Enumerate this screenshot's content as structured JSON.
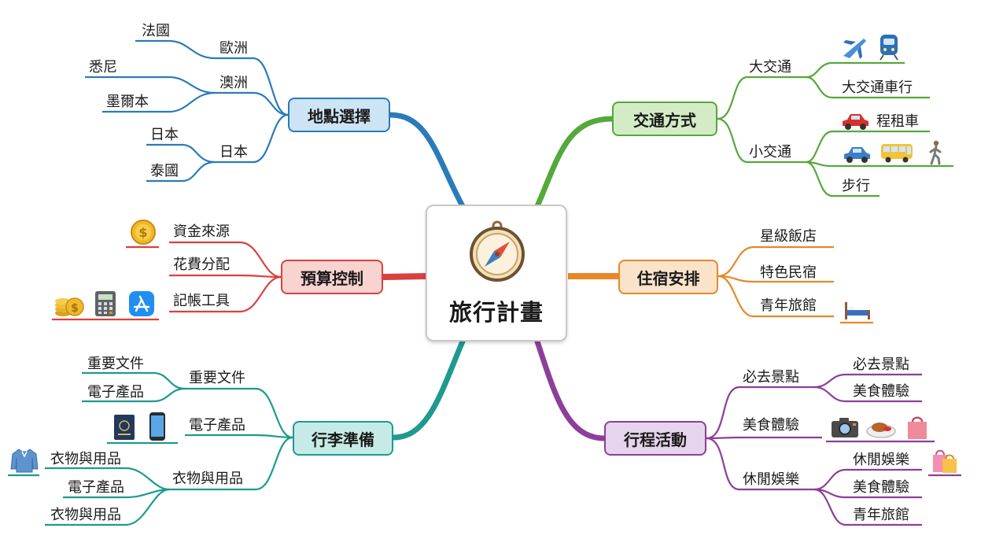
{
  "center": {
    "title": "旅行計畫",
    "icon": "compass-icon"
  },
  "colors": {
    "location": "#2a7bb8",
    "transport": "#55a83a",
    "budget": "#d8413f",
    "lodging": "#e8872a",
    "luggage": "#1e9a8f",
    "activities": "#8d3e9a"
  },
  "location": {
    "title": "地點選擇",
    "europe": {
      "label": "歐洲",
      "items": [
        "法國"
      ]
    },
    "australia": {
      "label": "澳洲",
      "items": [
        "悉尼",
        "墨爾本"
      ]
    },
    "japan": {
      "label": "日本",
      "items": [
        "日本",
        "泰國"
      ]
    }
  },
  "transport": {
    "title": "交通方式",
    "major": {
      "label": "大交通",
      "items": [
        "大交通車行"
      ],
      "icons": [
        "airplane-icon",
        "train-icon"
      ]
    },
    "minor": {
      "label": "小交通",
      "items": [
        "程租車",
        "步行"
      ],
      "icons": [
        "red-car-icon",
        "blue-car-icon",
        "bus-icon",
        "walking-person-icon"
      ]
    }
  },
  "budget": {
    "title": "預算控制",
    "items": [
      "資金來源",
      "花費分配",
      "記帳工具"
    ],
    "icons": [
      "coin-icon",
      "coins-stack-icon",
      "calculator-icon",
      "app-store-icon"
    ]
  },
  "lodging": {
    "title": "住宿安排",
    "items": [
      "星級飯店",
      "特色民宿",
      "青年旅館"
    ],
    "icons": [
      "bed-icon"
    ]
  },
  "luggage": {
    "title": "行李準備",
    "documents": {
      "label": "重要文件",
      "items": [
        "重要文件",
        "電子產品"
      ]
    },
    "electronics": {
      "label": "電子產品",
      "icons": [
        "passport-icon",
        "phone-icon"
      ]
    },
    "clothing": {
      "label": "衣物與用品",
      "items": [
        "衣物與用品",
        "電子產品",
        "衣物與用品"
      ],
      "icons": [
        "shirt-icon"
      ]
    }
  },
  "activities": {
    "title": "行程活動",
    "sights": {
      "label": "必去景點",
      "items": [
        "必去景點",
        "美食體驗"
      ]
    },
    "food": {
      "label": "美食體驗",
      "icons": [
        "camera-icon",
        "food-plate-icon",
        "shopping-bag-icon"
      ]
    },
    "leisure": {
      "label": "休閒娛樂",
      "items": [
        "休閒娛樂",
        "美食體驗",
        "青年旅館"
      ],
      "icons": [
        "shopping-bags-icon"
      ]
    }
  }
}
